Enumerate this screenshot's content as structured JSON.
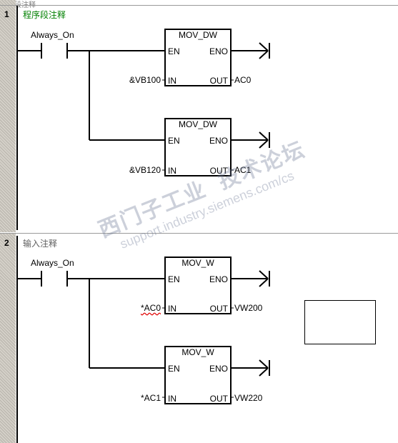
{
  "header_fragment": "程序段注释",
  "networks": [
    {
      "number": "1",
      "comment": "程序段注释",
      "contact": "Always_On",
      "blocks": [
        {
          "title": "MOV_DW",
          "en": "EN",
          "eno": "ENO",
          "in": "IN",
          "out": "OUT",
          "in_operand": "&VB100",
          "out_operand": "AC0"
        },
        {
          "title": "MOV_DW",
          "en": "EN",
          "eno": "ENO",
          "in": "IN",
          "out": "OUT",
          "in_operand": "&VB120",
          "out_operand": "AC1"
        }
      ]
    },
    {
      "number": "2",
      "comment": "输入注释",
      "contact": "Always_On",
      "blocks": [
        {
          "title": "MOV_W",
          "en": "EN",
          "eno": "ENO",
          "in": "IN",
          "out": "OUT",
          "in_operand": "*AC0",
          "out_operand": "VW200"
        },
        {
          "title": "MOV_W",
          "en": "EN",
          "eno": "ENO",
          "in": "IN",
          "out": "OUT",
          "in_operand": "*AC1",
          "out_operand": "VW220"
        }
      ]
    }
  ],
  "watermark": [
    "西门子工业",
    "技术论坛",
    "support.industry.siemens.com/cs"
  ],
  "colors": {
    "comment_green": "#008000",
    "comment_gray": "#606060",
    "gutter": "#d4d0c8",
    "spell_error": "#e00000"
  }
}
